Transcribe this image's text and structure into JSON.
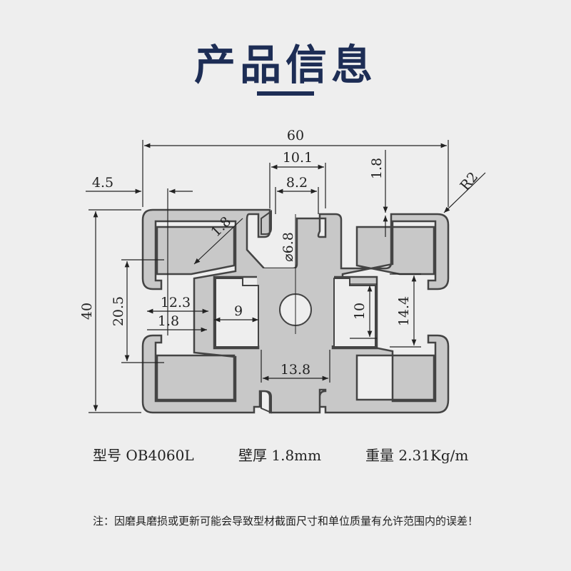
{
  "title": "产品信息",
  "dimensions": {
    "width_total": "60",
    "slot_outer": "10.1",
    "slot_inner": "8.2",
    "wall_top": "1.8",
    "radius": "R2",
    "edge_offset": "4.5",
    "height_total": "40",
    "slot_depth": "20.5",
    "wall_diag": "1.8",
    "bore": "⌀6.8",
    "inner_width": "12.3",
    "wall_side": "1.8",
    "pocket_width": "9",
    "pocket_height": "10",
    "cavity_height": "14.4",
    "center_width": "13.8"
  },
  "specs": {
    "model_label": "型号",
    "model_value": "OB4060L",
    "wall_label": "壁厚",
    "wall_value": "1.8mm",
    "weight_label": "重量",
    "weight_value": "2.31Kg/m"
  },
  "note": "注：因磨具磨损或更新可能会导致型材截面尺寸和单位质量有允许范围内的误差！",
  "colors": {
    "title": "#1d2d55",
    "profile_fill": "#c8c8c8",
    "profile_stroke": "#444444",
    "background": "#eeeeee"
  }
}
